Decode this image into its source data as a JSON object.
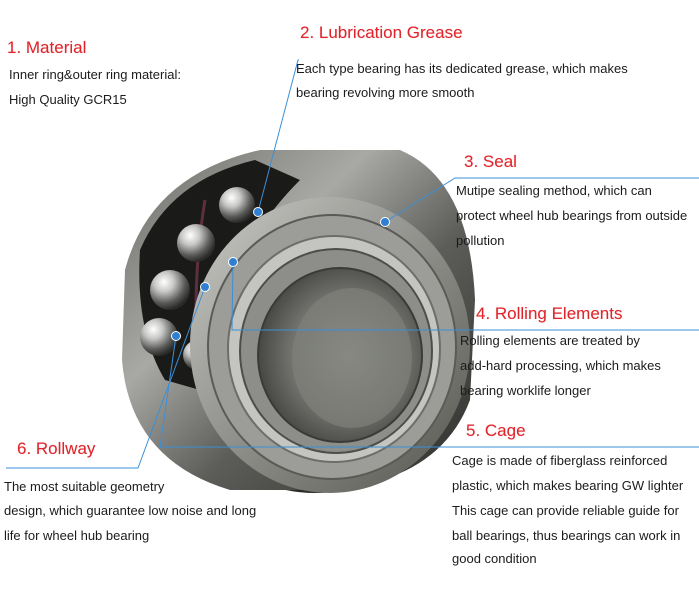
{
  "sections": {
    "material": {
      "title": "1. Material",
      "lines": [
        "Inner ring&outer ring material:",
        "High Quality GCR15"
      ]
    },
    "grease": {
      "title": "2. Lubrication Grease",
      "lines": [
        "Each type bearing has its dedicated grease, which makes",
        "bearing revolving more smooth"
      ]
    },
    "seal": {
      "title": "3. Seal",
      "lines": [
        "Mutipe sealing method, which can",
        "protect wheel hub bearings from outside",
        "pollution"
      ]
    },
    "rolling": {
      "title": "4. Rolling Elements",
      "lines": [
        "Rolling elements are treated by",
        "add-hard processing, which makes",
        "bearing worklife longer"
      ]
    },
    "cage": {
      "title": "5. Cage",
      "lines": [
        "Cage is made of fiberglass reinforced",
        "plastic, which makes bearing GW lighter",
        "This cage can provide reliable guide for",
        "ball bearings, thus bearings can work in",
        "good condition"
      ]
    },
    "rollway": {
      "title": "6. Rollway",
      "lines": [
        "The most suitable geometry",
        "design, which guarantee low noise and long",
        "life for wheel hub bearing"
      ]
    }
  },
  "colors": {
    "heading": "#e0242b",
    "leader": "#3b8fd8",
    "dot": "#2f7fd2"
  }
}
